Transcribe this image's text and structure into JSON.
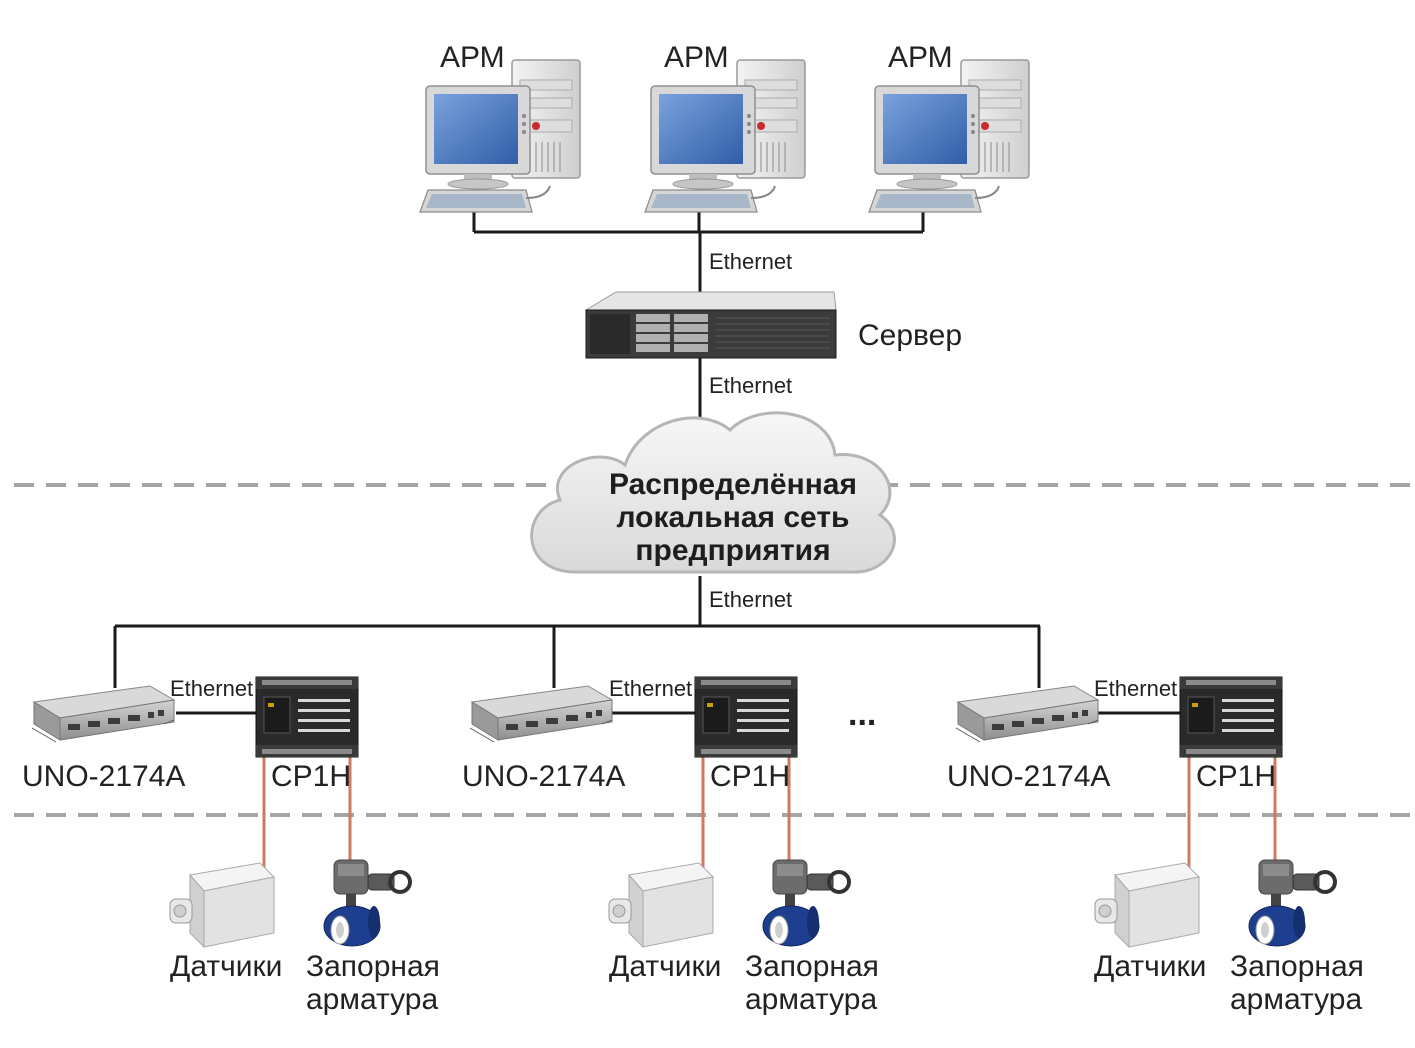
{
  "labels": {
    "workstation": "АРМ",
    "ethernet": "Ethernet",
    "server": "Сервер",
    "cloud_line1": "Распределённая",
    "cloud_line2": "локальная сеть",
    "cloud_line3": "предприятия",
    "computer": "UNO-2174A",
    "plc": "CP1H",
    "sensors": "Датчики",
    "valve_line1": "Запорная",
    "valve_line2": "арматура",
    "ellipsis": "..."
  },
  "colors": {
    "wire": "#1a1a1a",
    "field_wire": "#d07a62",
    "dashed_divider": "#a5a5a5",
    "monitor_screen": "#3f6fb5",
    "valve_body": "#1e3f8f"
  },
  "icons": {
    "workstation": "desktop-pc-icon",
    "server": "rack-server-icon",
    "network": "cloud-icon",
    "computer": "embedded-pc-icon",
    "plc": "plc-controller-icon",
    "sensor": "sensor-box-icon",
    "valve": "ball-valve-actuator-icon"
  }
}
